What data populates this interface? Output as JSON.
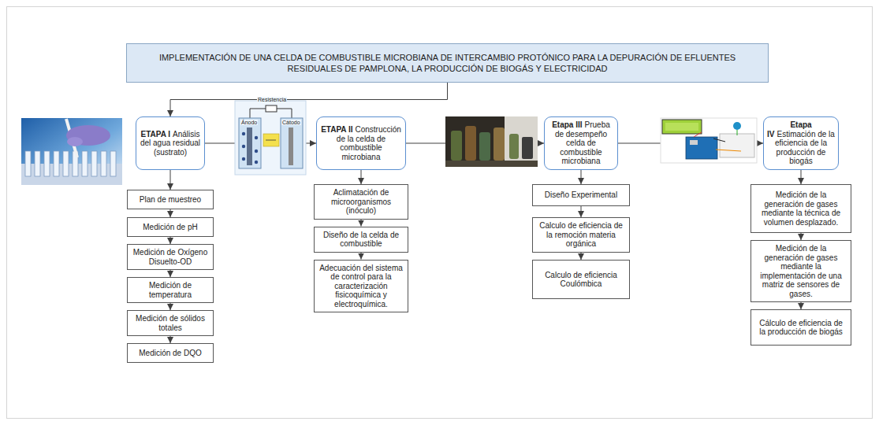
{
  "diagram": {
    "nodes": [
      {
        "text": [
          "IMPLEMENTACIÓN DE UNA CELDA DE COMBUSTIBLE MICROBIANA DE INTERCAMBIO PROTÓNICO PARA LA DEPURACIÓN DE EFLUENTES RESIDUALES DE PAMPLONA, LA PRODUCCIÓN DE BIOGÁS Y ELECTRICIDAD"
        ]
      },
      {
        "text": [
          "ETAPA I",
          "Análisis del agua residual (sustrato)"
        ]
      },
      {
        "text": [
          "Plan de muestreo"
        ]
      },
      {
        "text": [
          "Medición de pH"
        ]
      },
      {
        "text": [
          "Medición de Oxígeno Disuelto-OD"
        ]
      },
      {
        "text": [
          "Medición de temperatura"
        ]
      },
      {
        "text": [
          "Medición de sólidos totales"
        ]
      },
      {
        "text": [
          "Medición de DQO"
        ]
      },
      {
        "text": [
          "ETAPA II",
          "Construcción de la celda de combustible microbiana"
        ]
      },
      {
        "text": [
          "Aclimatación de microorganismos (inóculo)"
        ]
      },
      {
        "text": [
          "Diseño de la celda de combustible"
        ]
      },
      {
        "text": [
          "Adecuación del sistema de control para la caracterización fisicoquímica y electroquímica."
        ]
      },
      {
        "text": [
          "Etapa III",
          "Prueba de desempeño celda de combustible microbiana"
        ]
      },
      {
        "text": [
          "Diseño Experimental"
        ]
      },
      {
        "text": [
          "Calculo de eficiencia de la remoción materia orgánica"
        ]
      },
      {
        "text": [
          "Calculo de eficiencia Coulómbica"
        ]
      },
      {
        "text": [
          "Etapa IV",
          "Estimación de la eficiencia de la producción de biogás"
        ]
      },
      {
        "text": [
          "Medición de la generación de gases mediante la técnica de volumen desplazado."
        ]
      },
      {
        "text": [
          "Medición de la generación de gases mediante la implementación de una matriz de sensores de gases."
        ]
      },
      {
        "text": [
          "Cálculo de eficiencia de la producción de biogás"
        ]
      }
    ],
    "edges": [
      {
        "from": 0,
        "to": 1,
        "arrow": "to"
      },
      {
        "from": 1,
        "to": 2,
        "arrow": "to"
      },
      {
        "from": 2,
        "to": 3,
        "arrow": "to"
      },
      {
        "from": 3,
        "to": 4,
        "arrow": "to"
      },
      {
        "from": 4,
        "to": 5,
        "arrow": "to"
      },
      {
        "from": 5,
        "to": 6,
        "arrow": "to"
      },
      {
        "from": 6,
        "to": 7,
        "arrow": "to"
      },
      {
        "from": 1,
        "to": 8,
        "arrow": "to"
      },
      {
        "from": 8,
        "to": 9,
        "arrow": "to"
      },
      {
        "from": 9,
        "to": 10,
        "arrow": "to"
      },
      {
        "from": 10,
        "to": 11,
        "arrow": "to"
      },
      {
        "from": 8,
        "to": 12,
        "arrow": "to"
      },
      {
        "from": 12,
        "to": 13,
        "arrow": "to"
      },
      {
        "from": 13,
        "to": 14,
        "arrow": "to"
      },
      {
        "from": 14,
        "to": 15,
        "arrow": "to"
      },
      {
        "from": 12,
        "to": 16,
        "arrow": "to"
      },
      {
        "from": 16,
        "to": 17,
        "arrow": "to"
      },
      {
        "from": 17,
        "to": 18,
        "arrow": "to"
      },
      {
        "from": 18,
        "to": 19,
        "arrow": "to"
      }
    ],
    "labels": [
      "Resistencia",
      "Ánodo",
      "Cátodo"
    ]
  }
}
